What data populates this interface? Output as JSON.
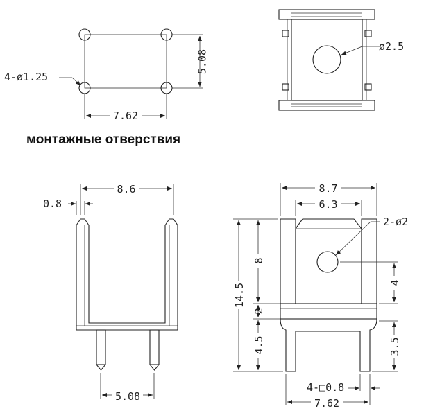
{
  "caption": "монтажные отверствия",
  "view_holes": {
    "hole_callout": "4-ø1.25",
    "dim_width": "7.62",
    "dim_height": "5.08"
  },
  "view_top": {
    "hole_callout": "ø2.5"
  },
  "view_side": {
    "dim_overall_width": "8.6",
    "dim_thickness": "0.8",
    "dim_pin_pitch": "5.08"
  },
  "view_front": {
    "dim_overall_width": "8.7",
    "dim_inner_width": "6.3",
    "hole_callout": "2-ø2",
    "dim_total_height": "14.5",
    "dim_upper_height": "8",
    "dim_gap": "2",
    "dim_pin_length": "4.5",
    "dim_hole_offset": "4",
    "dim_pin_right": "3.5",
    "pin_callout": "4-□0.8",
    "dim_pin_pitch": "7.62"
  }
}
